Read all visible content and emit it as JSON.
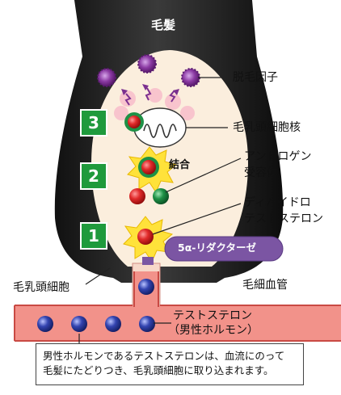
{
  "title": "毛髪",
  "labels": {
    "depilation_factor": "脱毛因子",
    "papilla_nucleus": "毛乳頭細胞核",
    "binding": "結合",
    "androgen_receptor_1": "アンドロゲン",
    "androgen_receptor_2": "受容体",
    "dht_1": "ディハイドロ",
    "dht_2": "テストステロン",
    "enzyme": "5α-リダクターゼ",
    "papilla_cell": "毛乳頭細胞",
    "capillary": "毛細血管",
    "testosterone_1": "テストステロン",
    "testosterone_2": "（男性ホルモン）"
  },
  "steps": [
    "3",
    "2",
    "1"
  ],
  "caption": {
    "line1": "男性ホルモンであるテストステロンは、血流にのって",
    "line2": "毛髪にたどりつき、毛乳頭細胞に取り込まれます。"
  },
  "colors": {
    "hair": "#1f1f1f",
    "bulb": "#fbeedd",
    "vessel": "#f2928a",
    "vessel_border": "#d9534f",
    "step_badge": "#1f9a3c",
    "starburst": "#ffe23a",
    "enzyme_pill": "#7b55a3",
    "depilation_factor": "#7b2f8f",
    "red_molecule": "#d42020",
    "green_molecule": "#1e9146",
    "blue_molecule": "#2b3aa0"
  }
}
